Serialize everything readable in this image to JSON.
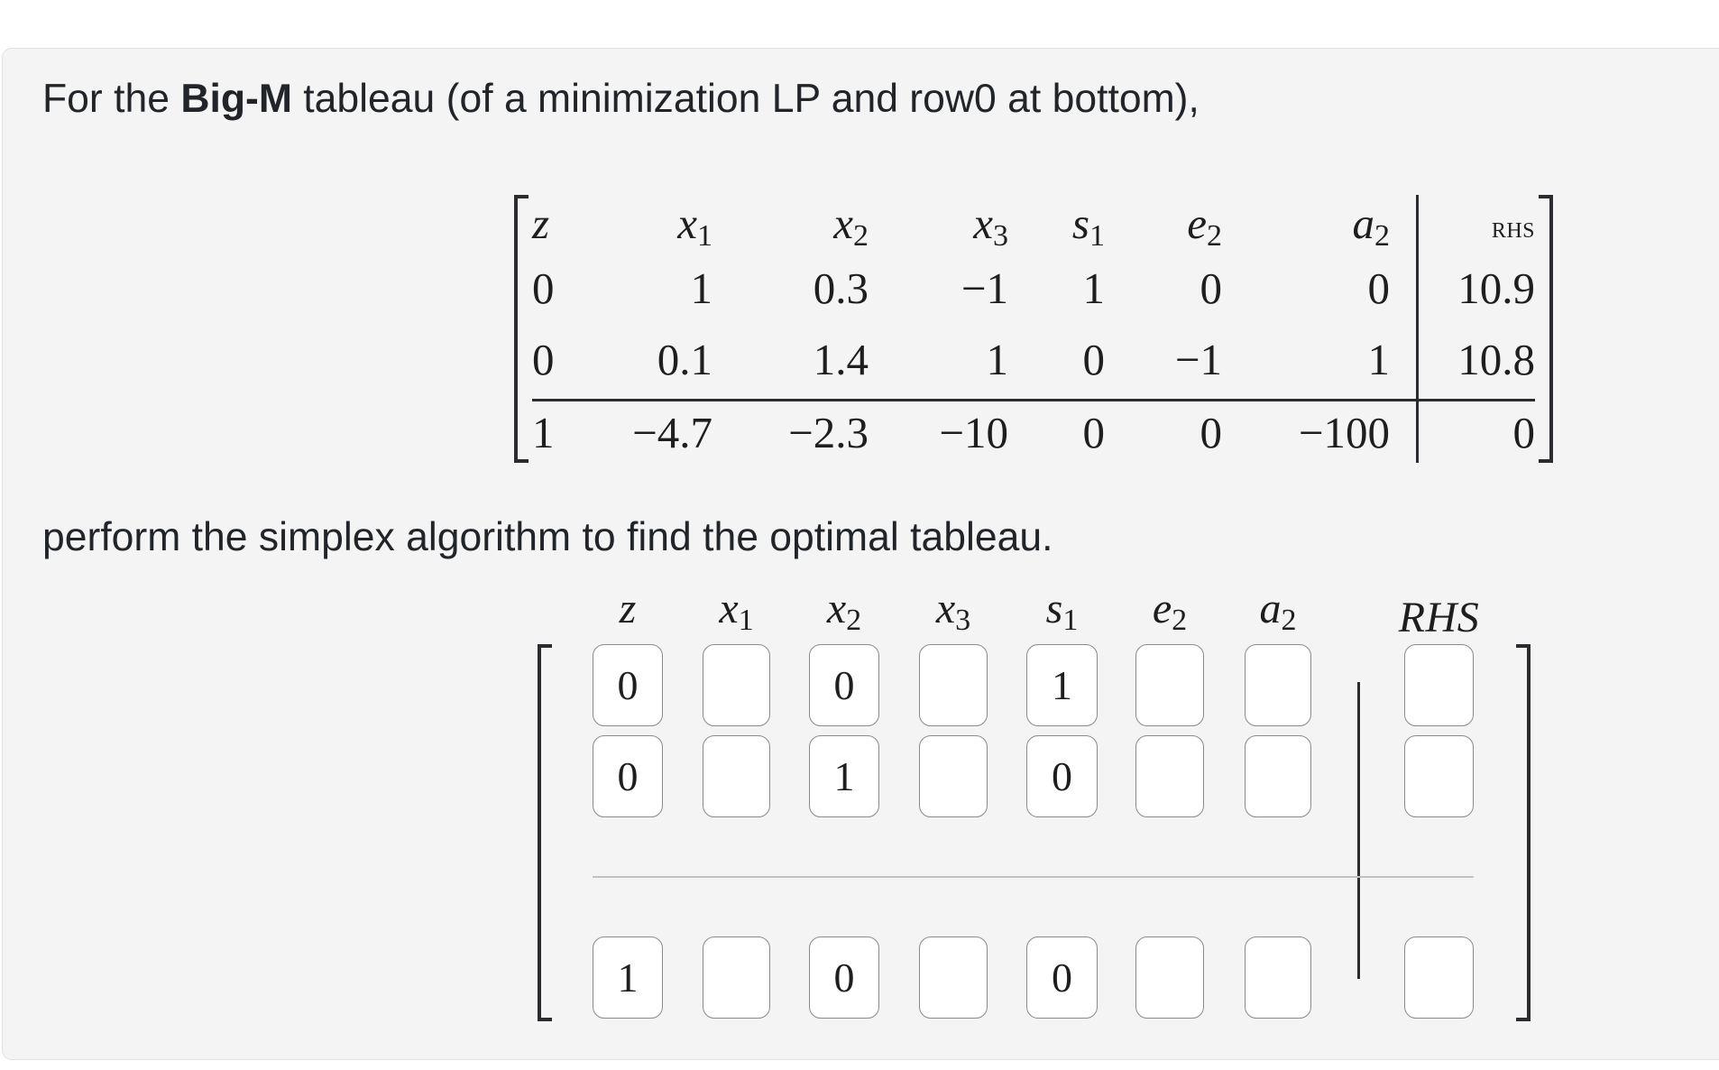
{
  "question": {
    "intro_before": "For the ",
    "intro_bold": "Big-M",
    "intro_after": " tableau (of a minimization LP and row0 at bottom),",
    "instruction": "perform the simplex algorithm to find the optimal tableau."
  },
  "given_tableau": {
    "headers": [
      {
        "var": "z",
        "sub": ""
      },
      {
        "var": "x",
        "sub": "1"
      },
      {
        "var": "x",
        "sub": "2"
      },
      {
        "var": "x",
        "sub": "3"
      },
      {
        "var": "s",
        "sub": "1"
      },
      {
        "var": "e",
        "sub": "2"
      },
      {
        "var": "a",
        "sub": "2"
      }
    ],
    "rhs_label": "RHS",
    "rows": [
      [
        "0",
        "1",
        "0.3",
        "−1",
        "1",
        "0",
        "0",
        "10.9"
      ],
      [
        "0",
        "0.1",
        "1.4",
        "1",
        "0",
        "−1",
        "1",
        "10.8"
      ],
      [
        "1",
        "−4.7",
        "−2.3",
        "−10",
        "0",
        "0",
        "−100",
        "0"
      ]
    ]
  },
  "answer_tableau": {
    "headers": [
      {
        "var": "z",
        "sub": ""
      },
      {
        "var": "x",
        "sub": "1"
      },
      {
        "var": "x",
        "sub": "2"
      },
      {
        "var": "x",
        "sub": "3"
      },
      {
        "var": "s",
        "sub": "1"
      },
      {
        "var": "e",
        "sub": "2"
      },
      {
        "var": "a",
        "sub": "2"
      }
    ],
    "rhs_label": "RHS",
    "rows": [
      [
        "0",
        "",
        "0",
        "",
        "1",
        "",
        "",
        ""
      ],
      [
        "0",
        "",
        "1",
        "",
        "0",
        "",
        "",
        ""
      ],
      [
        "1",
        "",
        "0",
        "",
        "0",
        "",
        "",
        ""
      ]
    ]
  },
  "colors": {
    "panel_bg": "#f4f4f4",
    "text": "#212529",
    "input_border": "#8a8a8a"
  }
}
